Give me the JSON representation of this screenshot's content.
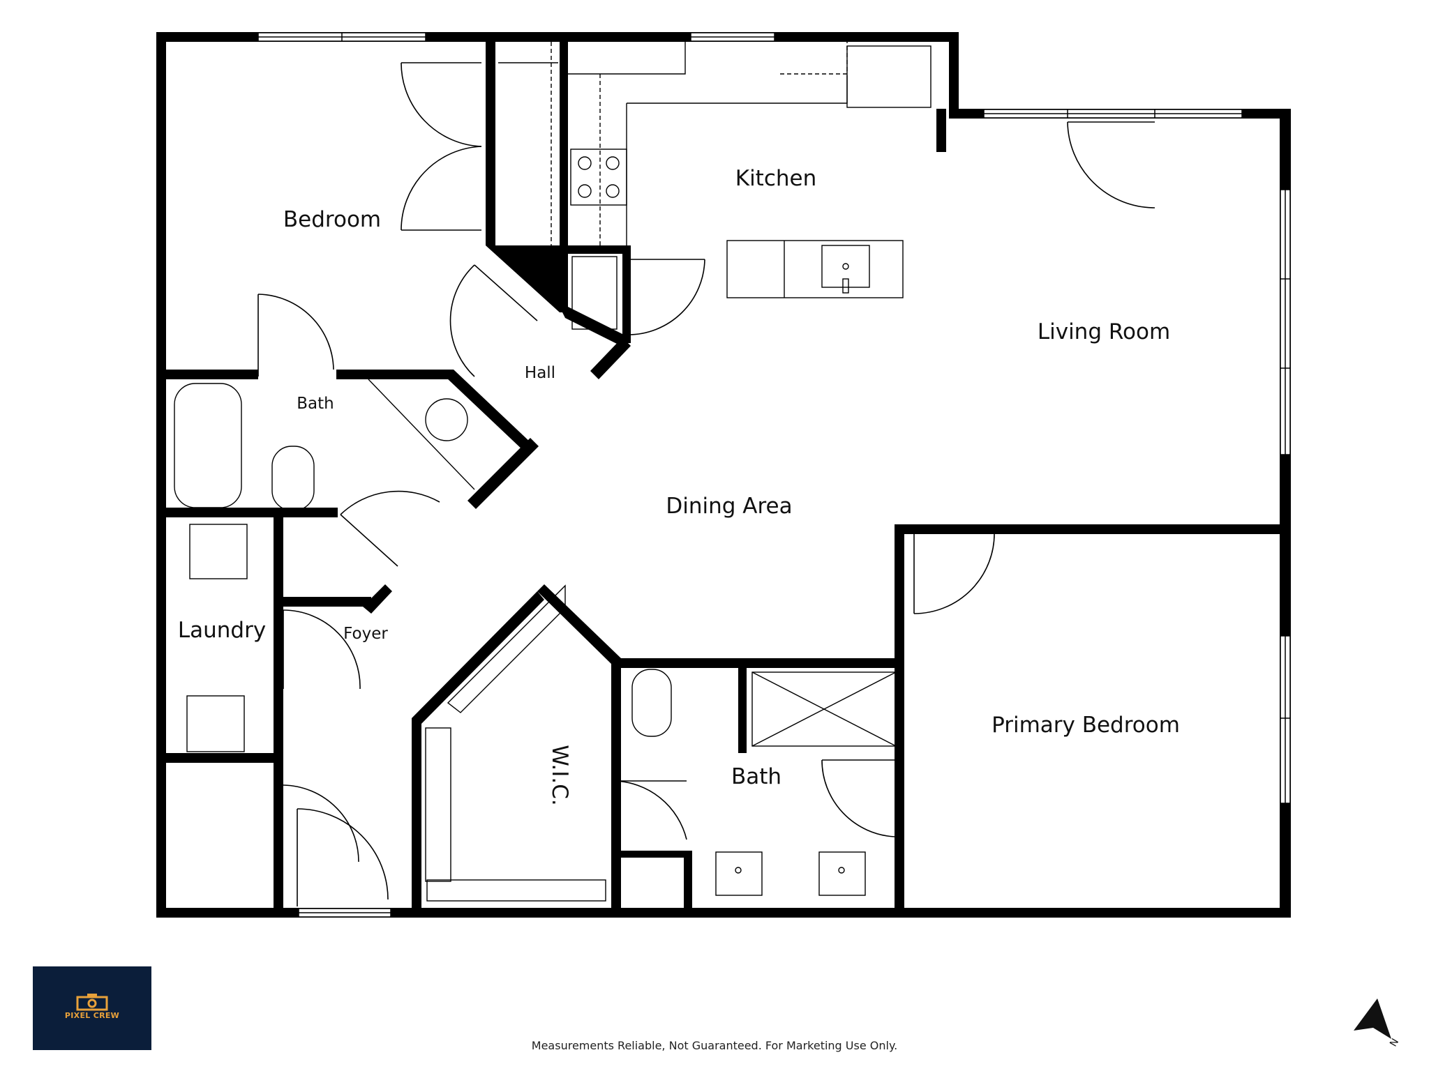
{
  "plan": {
    "rooms": [
      {
        "id": "bedroom",
        "label": "Bedroom"
      },
      {
        "id": "kitchen",
        "label": "Kitchen"
      },
      {
        "id": "living",
        "label": "Living Room"
      },
      {
        "id": "hall",
        "label": "Hall"
      },
      {
        "id": "bath1",
        "label": "Bath"
      },
      {
        "id": "dining",
        "label": "Dining Area"
      },
      {
        "id": "laundry",
        "label": "Laundry"
      },
      {
        "id": "foyer",
        "label": "Foyer"
      },
      {
        "id": "wic",
        "label": "W.I.C."
      },
      {
        "id": "bath2",
        "label": "Bath"
      },
      {
        "id": "primary",
        "label": "Primary Bedroom"
      }
    ]
  },
  "logo": {
    "text": "PIXEL CREW",
    "icon": "camera-icon"
  },
  "disclaimer": "Measurements Reliable, Not Guaranteed. For Marketing Use Only.",
  "north_arrow": {
    "label": "N",
    "icon": "north-arrow-icon"
  },
  "colors": {
    "wall": "#000000",
    "logo_bg": "#0b1e3a",
    "logo_accent": "#e8a13a"
  }
}
